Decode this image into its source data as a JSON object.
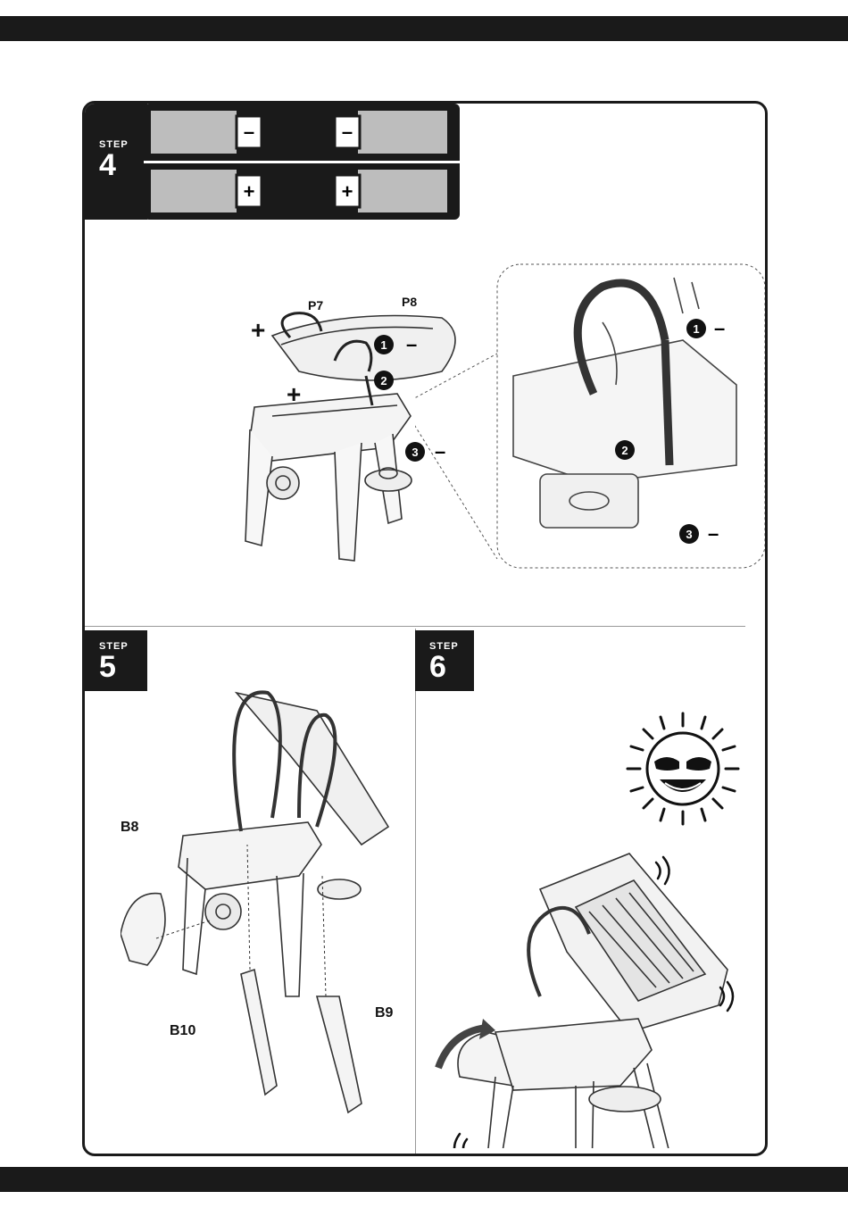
{
  "steps": [
    {
      "label": "STEP",
      "number": "4"
    },
    {
      "label": "STEP",
      "number": "5"
    },
    {
      "label": "STEP",
      "number": "6"
    }
  ],
  "step4": {
    "battery_top_signs": [
      "–",
      "–"
    ],
    "battery_bottom_signs": [
      "+",
      "+"
    ],
    "part_p7": "P7",
    "part_p8": "P8",
    "plus": "+",
    "minus": "–",
    "markers": [
      "1",
      "2",
      "3"
    ]
  },
  "step5": {
    "part_b8": "B8",
    "part_b9": "B9",
    "part_b10": "B10"
  }
}
